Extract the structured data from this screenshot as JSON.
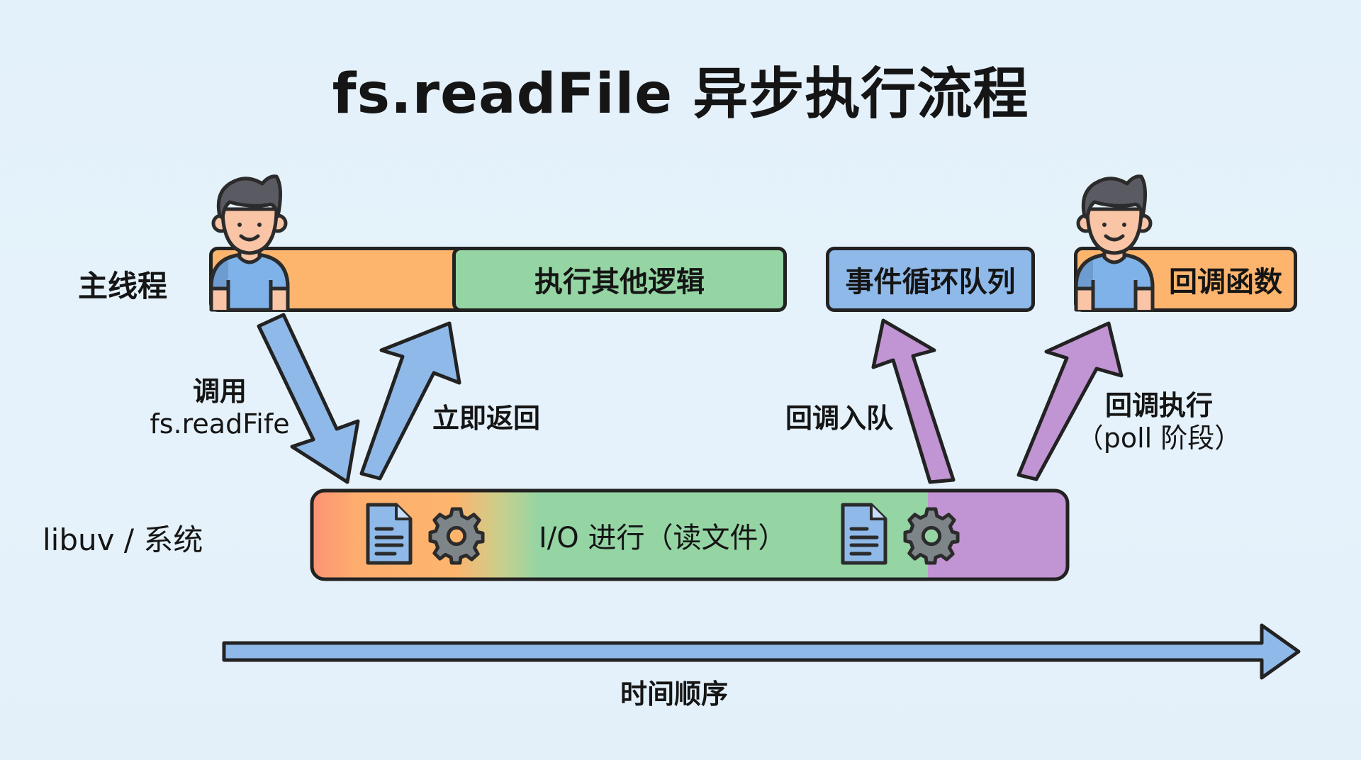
{
  "title": "fs.readFile 异步执行流程",
  "lanes": {
    "main_thread": "主线程",
    "libuv": "libuv / 系统"
  },
  "main_thread_bars": {
    "sync_call": "",
    "other_logic": "执行其他逻辑",
    "event_loop_queue": "事件循环队列",
    "callback": "回调函数"
  },
  "libuv_bar": {
    "label": "I/O 进行（读文件）"
  },
  "arrows": {
    "call": {
      "line1": "调用",
      "line2": "fs.readFife"
    },
    "return": "立即返回",
    "enqueue": "回调入队",
    "execute": {
      "line1": "回调执行",
      "line2": "（poll 阶段）"
    }
  },
  "timeline": {
    "label": "时间顺序"
  },
  "colors": {
    "orange": "#fdb56e",
    "green": "#95d5a4",
    "blue": "#8fb9e8",
    "purple": "#c194d3",
    "red_orange": "#fc9b74",
    "outline": "#222222",
    "skin": "#f9c5a6",
    "hair": "#5a5a63",
    "gear": "#7e8589"
  }
}
